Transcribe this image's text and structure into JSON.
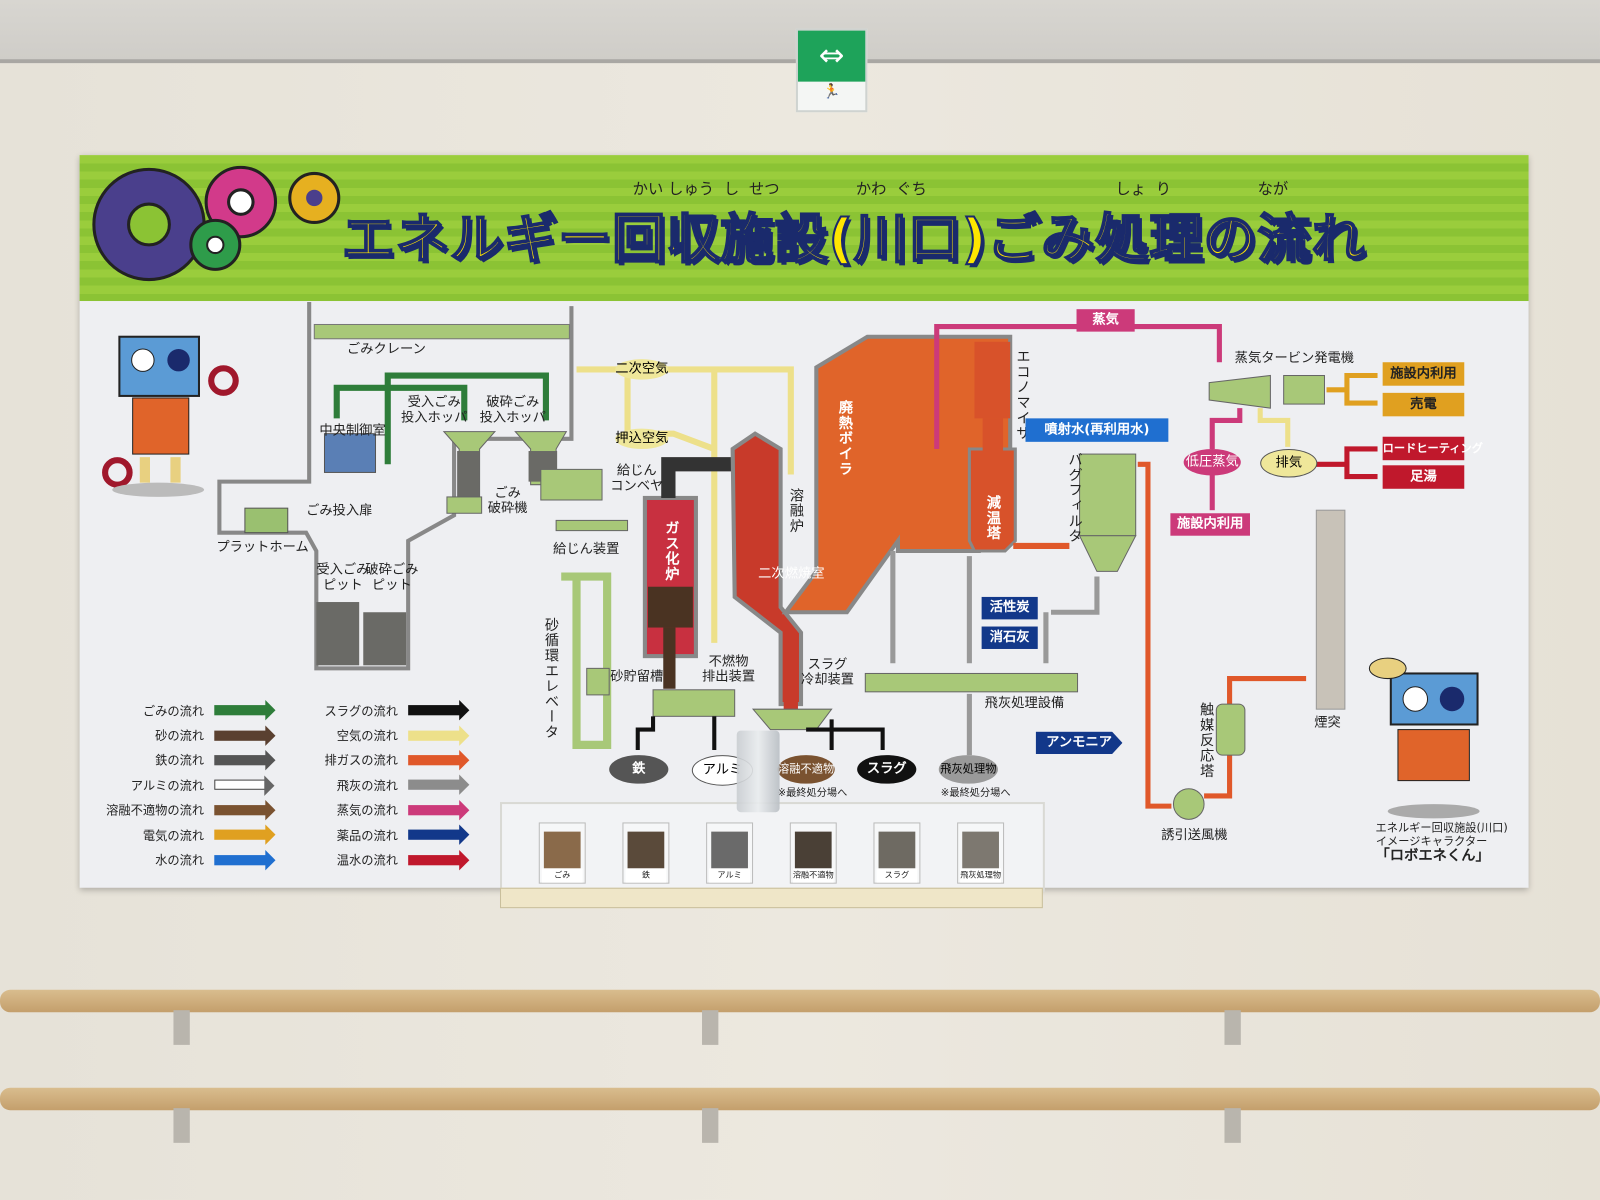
{
  "exit_sign": {
    "arrows": "⇔",
    "icon": "emergency-exit-running-person-icon",
    "color": "#1ea35a"
  },
  "poster": {
    "title": "エネルギー回収施設(川口)ごみ処理の流れ",
    "title_furigana": [
      "かい",
      "しゅう",
      "し",
      "せつ",
      "かわ",
      "ぐち",
      "しょ",
      "り",
      "なが"
    ],
    "colors": {
      "band": "#8dc63f",
      "title": "#ffe600",
      "title_outline": "#1a2a6c"
    },
    "labels": {
      "crane": "ごみクレーン",
      "control_room": "中央制御室",
      "receive_hopper": "受入ごみ\n投入ホッパ",
      "crushed_hopper": "破砕ごみ\n投入ホッパ",
      "crusher": "ごみ\n破砕機",
      "door": "ごみ投入扉",
      "platform": "プラットホーム",
      "receive_pit": "受入ごみ\nピット",
      "crushed_pit": "破砕ごみ\nピット",
      "feed_conveyor": "給じん\nコンベヤ",
      "feeder": "給じん装置",
      "sand_elevator": "砂循環エレベータ",
      "secondary_air": "二次空気",
      "forced_air": "押込空気",
      "gasifier": "ガス化炉",
      "melting_furnace": "溶融炉",
      "secondary_combustion": "二次燃焼室",
      "waste_heat_boiler": "廃熱ボイラ",
      "economizer": "エコノマイザ",
      "spray_water": "噴射水(再利用水)",
      "cooling_tower": "減温塔",
      "bag_filter": "バグフィルタ",
      "activated_carbon": "活性炭",
      "slaked_lime": "消石灰",
      "sand_tank": "砂貯留槽",
      "incombustible_discharge": "不燃物\n排出装置",
      "slag_cooling": "スラグ\n冷却装置",
      "fly_ash_facility": "飛灰処理設備",
      "steam": "蒸気",
      "turbine": "蒸気タービン発電機",
      "internal_use_1": "施設内利用",
      "power_sale": "売電",
      "low_pressure_steam": "低圧蒸気",
      "exhaust": "排気",
      "internal_use_2": "施設内利用",
      "road_heating": "ロードヒーティング",
      "footbath": "足湯",
      "ammonia": "アンモニア",
      "catalyst_tower": "触媒反応塔",
      "induced_fan": "誘引送風機",
      "chimney": "煙突"
    },
    "outputs": [
      {
        "label": "鉄",
        "bg": "#555555",
        "fg": "#ffffff"
      },
      {
        "label": "アルミ",
        "bg": "#ffffff",
        "fg": "#222222"
      },
      {
        "label": "溶融不適物",
        "bg": "#7a5230",
        "fg": "#ffffff"
      },
      {
        "label": "スラグ",
        "bg": "#111111",
        "fg": "#ffffff"
      },
      {
        "label": "飛灰処理物",
        "bg": "#9a9a9a",
        "fg": "#222222"
      }
    ],
    "final_disposal_note": "※最終処分場へ",
    "legend": [
      {
        "label": "ごみの流れ",
        "color": "#2e7d3a"
      },
      {
        "label": "砂の流れ",
        "color": "#5a4030"
      },
      {
        "label": "鉄の流れ",
        "color": "#555555"
      },
      {
        "label": "アルミの流れ",
        "color": "#ffffff"
      },
      {
        "label": "溶融不適物の流れ",
        "color": "#7a5230"
      },
      {
        "label": "電気の流れ",
        "color": "#e0a020"
      },
      {
        "label": "水の流れ",
        "color": "#1f6fd0"
      },
      {
        "label": "スラグの流れ",
        "color": "#111111"
      },
      {
        "label": "空気の流れ",
        "color": "#ede08a"
      },
      {
        "label": "排ガスの流れ",
        "color": "#e0582a"
      },
      {
        "label": "飛灰の流れ",
        "color": "#8c8c8c"
      },
      {
        "label": "蒸気の流れ",
        "color": "#cc3a7a"
      },
      {
        "label": "薬品の流れ",
        "color": "#12388a"
      },
      {
        "label": "温水の流れ",
        "color": "#c0182c"
      }
    ],
    "character": {
      "caption_1": "エネルギー回収施設(川口)",
      "caption_2": "イメージキャラクター",
      "name": "「ロボエネくん」"
    }
  },
  "samples": [
    "ごみ",
    "鉄",
    "アルミ",
    "溶融不適物",
    "スラグ",
    "飛灰処理物"
  ]
}
